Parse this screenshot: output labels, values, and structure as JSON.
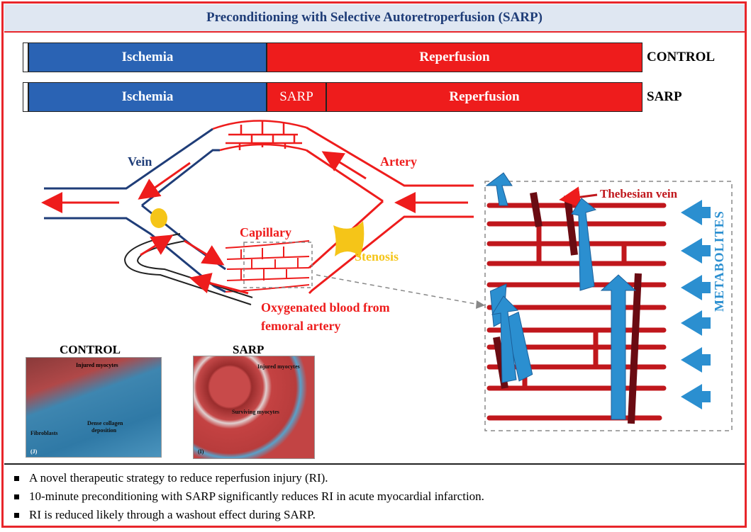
{
  "title": "Preconditioning with Selective Autoretroperfusion (SARP)",
  "timeline": {
    "control": {
      "segments": [
        {
          "label": "Ischemia"
        },
        {
          "label": "Reperfusion"
        }
      ],
      "row_label": "CONTROL"
    },
    "sarp": {
      "segments": [
        {
          "label": "Ischemia"
        },
        {
          "label": "SARP"
        },
        {
          "label": "Reperfusion"
        }
      ],
      "row_label": "SARP"
    }
  },
  "diagram": {
    "vein": "Vein",
    "artery": "Artery",
    "capillary": "Capillary",
    "stenosis": "Stenosis",
    "oxygenated_line1": "Oxygenated blood from",
    "oxygenated_line2": "femoral artery",
    "thebesian": "Thebesian vein",
    "metabolites": "METABOLITES"
  },
  "micrographs": {
    "control": {
      "title": "CONTROL",
      "injured": "Injured myocytes",
      "collagen_1": "Dense collagen",
      "collagen_2": "deposition",
      "fibroblasts": "Fibroblasts",
      "panel": "(J)"
    },
    "sarp": {
      "title": "SARP",
      "injured": "Injured myocytes",
      "surviving": "Surviving myocytes",
      "panel": "(I)"
    }
  },
  "bullets": [
    "A novel therapeutic strategy to reduce reperfusion injury (RI).",
    "10-minute preconditioning with SARP significantly reduces RI in acute myocardial infarction.",
    "RI is reduced likely through a washout effect during SARP."
  ],
  "colors": {
    "frame": "#e8262b",
    "ischemia": "#2a63b4",
    "reperfusion": "#ee1c1c",
    "vein": "#1f3d78",
    "stenosis": "#f5c518",
    "metabolites": "#2b8fd0"
  }
}
